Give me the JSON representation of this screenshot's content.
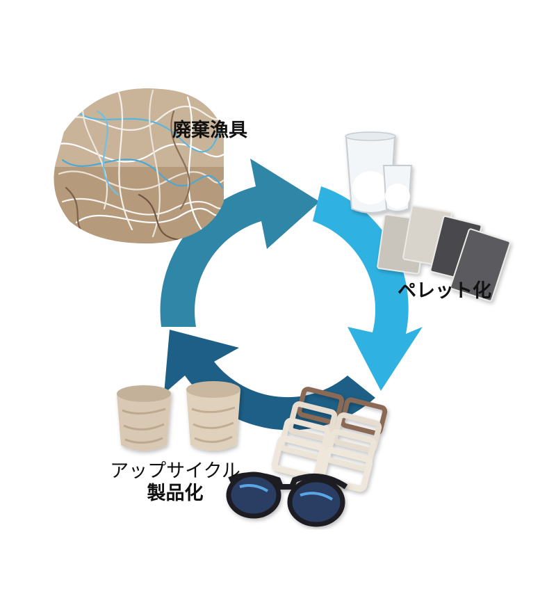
{
  "labels": {
    "waste_fishing_gear": "廃棄漁具",
    "pelletize": "ペレット化",
    "upcycle_line1": "アップサイクル",
    "upcycle_line2": "製品化"
  },
  "colors": {
    "arrow_top": "#2f86a6",
    "arrow_right": "#2fb2e2",
    "arrow_bottom": "#1d5f86",
    "background": "#ffffff"
  }
}
